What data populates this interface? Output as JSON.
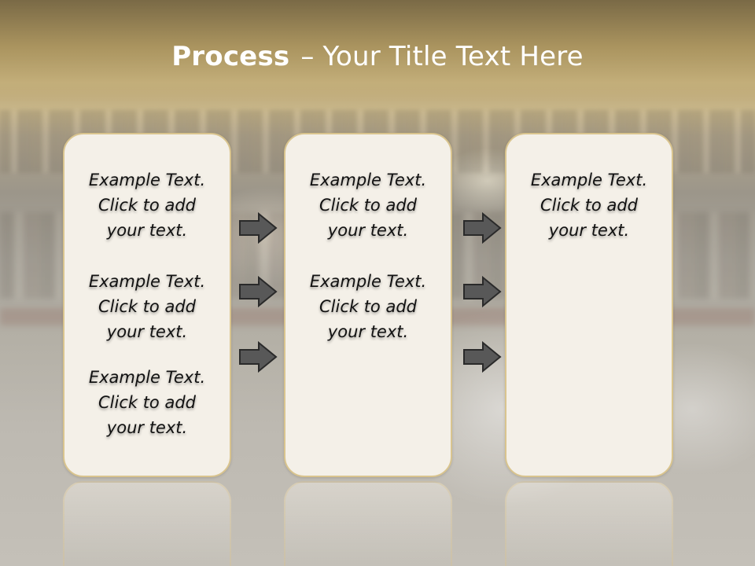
{
  "slide": {
    "title_bold": "Process",
    "title_rest": "– Your Title Text Here"
  },
  "cards": [
    {
      "blocks": [
        {
          "lines": [
            "Example Text.",
            "Click  to add",
            "your text."
          ]
        },
        {
          "lines": [
            "Example Text.",
            "Click  to add",
            "your text."
          ]
        },
        {
          "lines": [
            "Example Text.",
            "Click  to add",
            "your text."
          ]
        }
      ]
    },
    {
      "blocks": [
        {
          "lines": [
            "Example Text.",
            "Click  to add",
            "your text."
          ]
        },
        {
          "lines": [
            "Example Text.",
            "Click  to add",
            "your text."
          ]
        }
      ]
    },
    {
      "blocks": [
        {
          "lines": [
            "Example Text.",
            "Click  to add",
            "your text."
          ]
        }
      ]
    }
  ],
  "colors": {
    "card_fill": "#f4f0e8",
    "card_border": "#d9c48e",
    "arrow_fill": "#585858",
    "title_text": "#ffffff"
  },
  "icons": {
    "arrow": "right-arrow-icon"
  }
}
